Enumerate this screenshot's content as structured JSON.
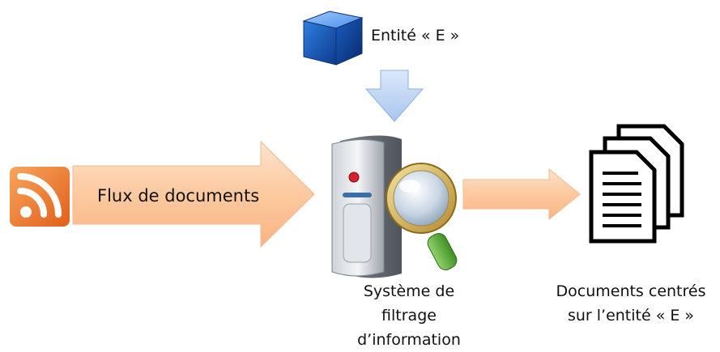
{
  "entity": {
    "label": "Entité «  E  »",
    "icon": "cube-icon"
  },
  "source": {
    "label": "Flux de documents",
    "icon": "rss-feed-icon"
  },
  "system": {
    "line1": "Système de",
    "line2": "filtrage d’information",
    "icon": "server-magnifier-icon"
  },
  "output": {
    "line1": "Documents centrés",
    "line2": "sur l’entité «  E  »",
    "icon": "documents-stack-icon"
  },
  "colors": {
    "arrow_orange": "#fcd2b0",
    "arrow_blue": "#bcd4f2",
    "rss": "#f07c2c",
    "cube": "#2166c8"
  }
}
